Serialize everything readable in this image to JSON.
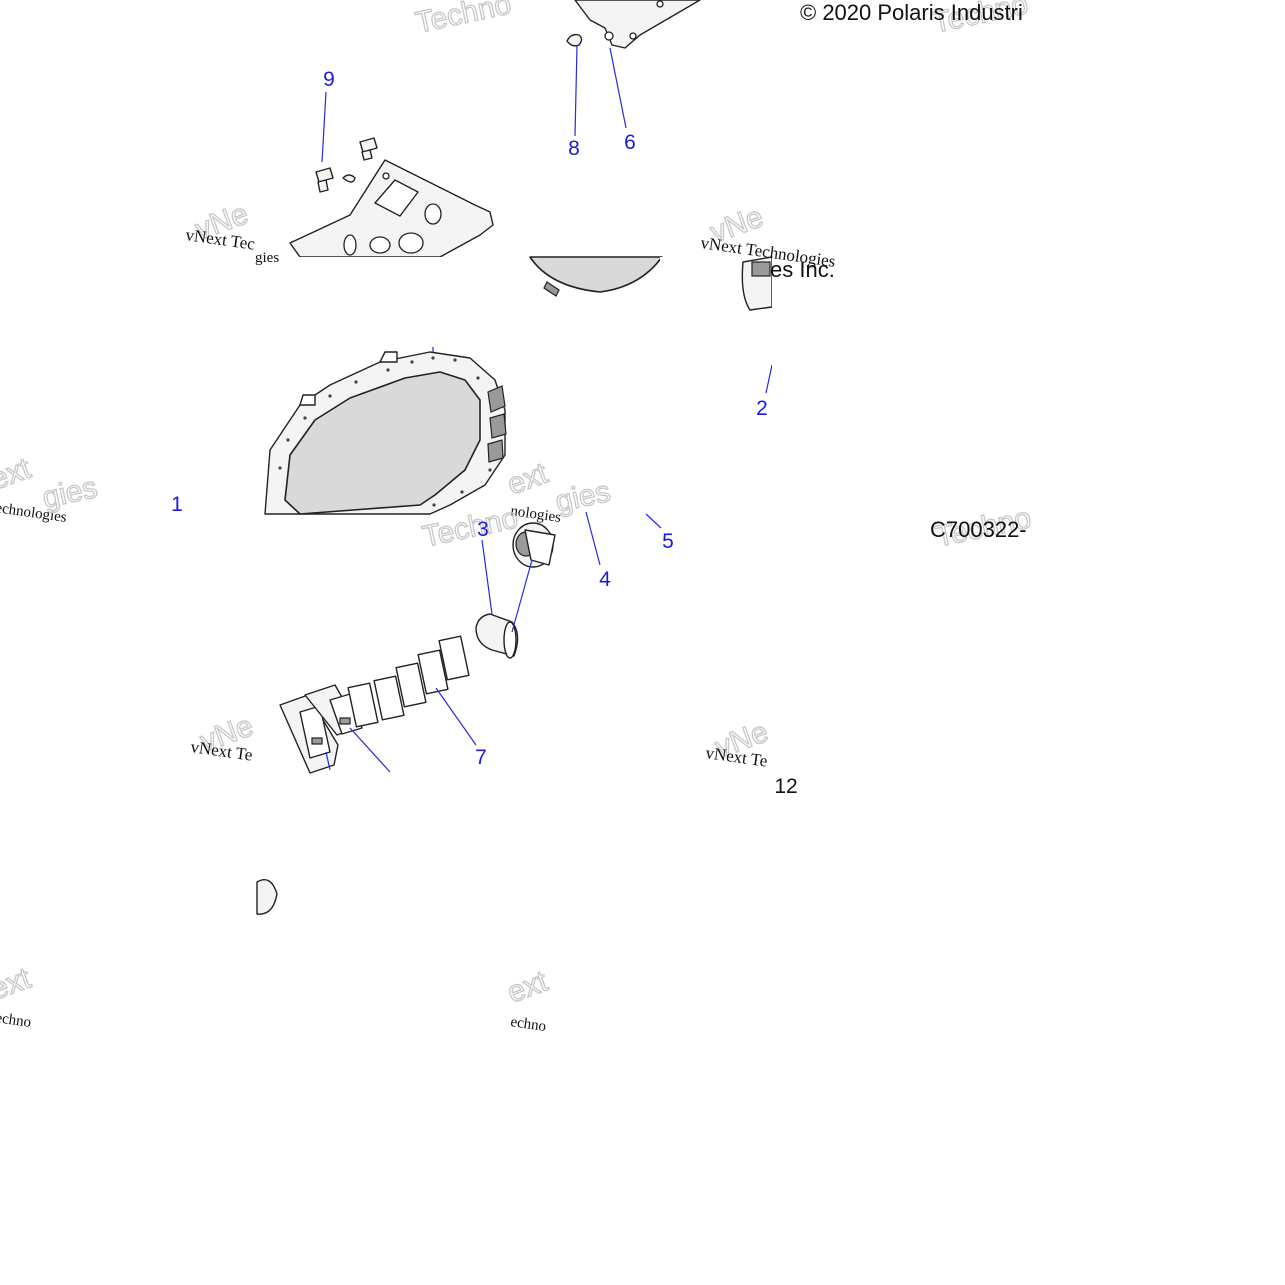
{
  "copyright": "© 2020 Polaris Industri",
  "copyright_tail": "es Inc.",
  "catalog_code": "C700322-",
  "callouts": [
    {
      "id": "1",
      "label": "1"
    },
    {
      "id": "2",
      "label": "2"
    },
    {
      "id": "3",
      "label": "3"
    },
    {
      "id": "4",
      "label": "4"
    },
    {
      "id": "5",
      "label": "5"
    },
    {
      "id": "6",
      "label": "6"
    },
    {
      "id": "7",
      "label": "7"
    },
    {
      "id": "8",
      "label": "8"
    },
    {
      "id": "9",
      "label": "9"
    },
    {
      "id": "12",
      "label": "12"
    }
  ],
  "watermarks": {
    "technologies": "Technologies",
    "vnext_technologies": "vNext Technologies",
    "vnext": "vNext",
    "ext": "ext",
    "techno": "Techno",
    "echnologies": "echnologies",
    "echno": "echno",
    "vne": "vNe",
    "vnext_te": "vNext Te",
    "vnext_tec": "vNext Tec",
    "gies": "gies",
    "nologies": "nologies"
  },
  "colors": {
    "callout": "#1a1adc",
    "part_fill": "#d9d9d9",
    "watermark": "#c8c8c8"
  }
}
